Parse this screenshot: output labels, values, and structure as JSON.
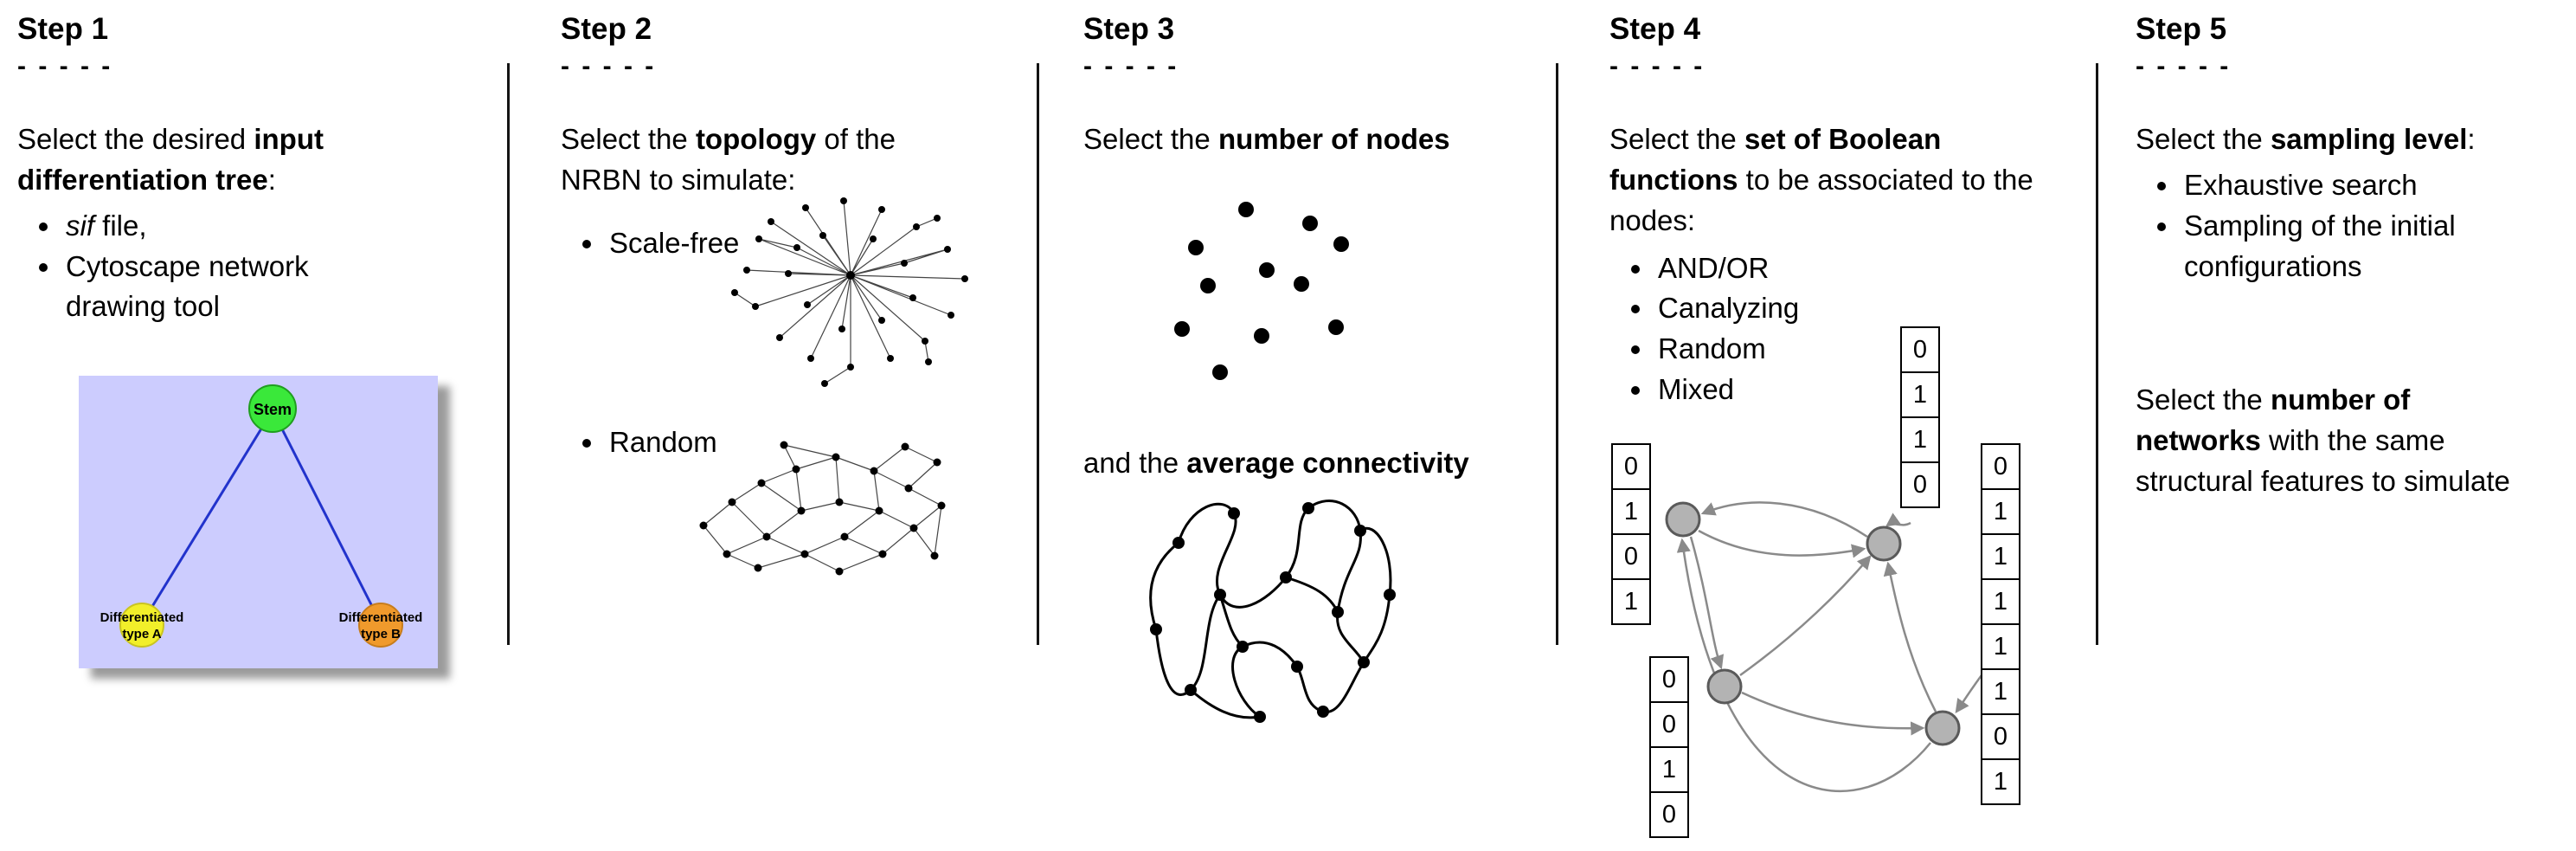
{
  "steps": [
    {
      "title": "Step 1",
      "dashes": "- - - - -",
      "intro": {
        "pre": "Select the desired ",
        "bold": "input differentiation tree",
        "post": ":"
      },
      "bullets": [
        {
          "italic": "sif",
          "text": " file,"
        },
        {
          "text": "Cytoscape network drawing tool"
        }
      ],
      "tree": {
        "root": "Stem",
        "left_line1": "Differentiated",
        "left_line2": "type A",
        "right_line1": "Differentiated",
        "right_line2": "type B",
        "colors": {
          "background": "#ccccfe",
          "root": "#3ae83a",
          "left": "#f2ef2a",
          "right": "#f09a2c",
          "edge": "#2233cc"
        }
      }
    },
    {
      "title": "Step 2",
      "dashes": "- - - - -",
      "intro": {
        "pre": "Select the ",
        "bold": "topology",
        "post": " of the NRBN to simulate:"
      },
      "bullets": [
        {
          "text": "Scale-free"
        },
        {
          "text": "Random"
        }
      ]
    },
    {
      "title": "Step 3",
      "dashes": "- - - - -",
      "intro": {
        "pre": "Select the ",
        "bold": "number of nodes",
        "post": ""
      },
      "connectivity": {
        "pre": "and the ",
        "bold": "average connectivity",
        "post": ""
      }
    },
    {
      "title": "Step 4",
      "dashes": "- - - - -",
      "intro": {
        "pre": "Select the ",
        "bold": "set of Boolean functions",
        "post": " to be associated to the nodes:"
      },
      "bullets": [
        {
          "text": "AND/OR"
        },
        {
          "text": "Canalyzing"
        },
        {
          "text": "Random"
        },
        {
          "text": "Mixed"
        }
      ],
      "tables": {
        "left": [
          "0",
          "1",
          "0",
          "1"
        ],
        "top": [
          "0",
          "1",
          "1",
          "0"
        ],
        "right": [
          "0",
          "1",
          "1",
          "1",
          "1",
          "1",
          "0",
          "1"
        ],
        "bottom": [
          "0",
          "0",
          "1",
          "0"
        ]
      }
    },
    {
      "title": "Step 5",
      "dashes": "- - - - -",
      "intro": {
        "pre": "Select the ",
        "bold": "sampling level",
        "post": ":"
      },
      "bullets": [
        {
          "text": "Exhaustive search"
        },
        {
          "text": "Sampling of the initial configurations"
        }
      ],
      "networks": {
        "pre": "Select the ",
        "bold": "number of networks",
        "post": " with the same structural features to simulate"
      }
    }
  ]
}
